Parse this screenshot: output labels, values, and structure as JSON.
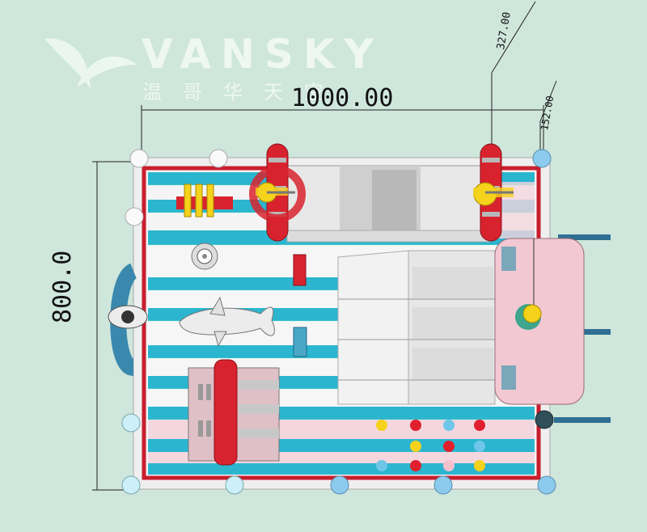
{
  "watermark": {
    "brand": "VANSKY",
    "subtitle": "温哥华天空"
  },
  "dimensions": {
    "width_label": "1000.00",
    "height_label": "800.0",
    "top_label": "327.00",
    "side_label": "152.00"
  },
  "colors": {
    "background": "#cfe6dc",
    "stripe_blue": "#2bb5cf",
    "stripe_pink": "#f4d6df",
    "frame": "#f0f0f0",
    "border_red": "#c81e2e"
  }
}
